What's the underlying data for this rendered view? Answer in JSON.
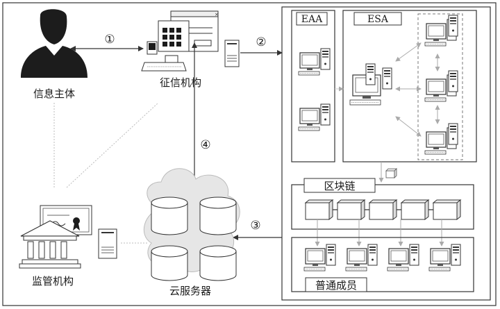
{
  "nodes": {
    "info_subject": {
      "label": "信息主体"
    },
    "credit_agency": {
      "label": "征信机构"
    },
    "regulator": {
      "label": "监管机构"
    },
    "cloud_server": {
      "label": "云服务器"
    },
    "eaa": {
      "label": "EAA"
    },
    "esa": {
      "label": "ESA"
    },
    "blockchain": {
      "label": "区块链"
    },
    "members": {
      "label": "普通成员"
    }
  },
  "steps": [
    "①",
    "②",
    "③",
    "④"
  ],
  "icons": {
    "person": "person-silhouette-icon",
    "agency": "agency-building-icon",
    "regulator": "government-building-icon",
    "certificate": "certificate-icon",
    "server": "tower-server-icon",
    "workstation": "workstation-icon",
    "cloud": "cloud-database-icon",
    "block": "block-cube-icon"
  },
  "colors": {
    "stroke": "#3a3a3a",
    "fill_dark": "#1c1c1c",
    "fill_light": "#e8e8e8",
    "dashed": "#9a9a9a",
    "arrow_light": "#bdbdbd"
  }
}
